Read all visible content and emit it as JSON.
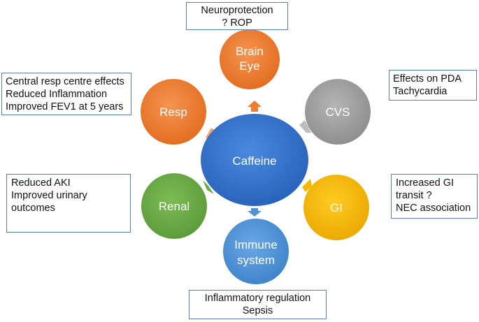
{
  "center": {
    "label": "Caffeine",
    "color": "#2f6fc7"
  },
  "nodes": [
    {
      "id": "brain-eye",
      "lines": [
        "Brain",
        "Eye"
      ],
      "color": "#ed7d31"
    },
    {
      "id": "cvs",
      "lines": [
        "CVS"
      ],
      "color": "#9e9e9e"
    },
    {
      "id": "gi",
      "lines": [
        "GI"
      ],
      "color": "#f5b800"
    },
    {
      "id": "immune",
      "lines": [
        "Immune",
        "system"
      ],
      "color": "#4f93d6"
    },
    {
      "id": "renal",
      "lines": [
        "Renal"
      ],
      "color": "#6bab46"
    },
    {
      "id": "resp",
      "lines": [
        "Resp"
      ],
      "color": "#ed7d31"
    }
  ],
  "boxes": {
    "top": [
      "Neuroprotection",
      "? ROP"
    ],
    "resp": [
      "Central resp centre effects",
      "Reduced Inflammation",
      "Improved FEV1 at 5 years"
    ],
    "cvs": [
      "Effects on PDA",
      "Tachycardia"
    ],
    "renal": [
      "Reduced AKI",
      "Improved urinary",
      "outcomes"
    ],
    "gi": [
      "Increased GI",
      "transit ?",
      "NEC association"
    ],
    "bottom": [
      "Inflammatory regulation",
      "Sepsis"
    ]
  },
  "border_color": "#5a7fb0"
}
